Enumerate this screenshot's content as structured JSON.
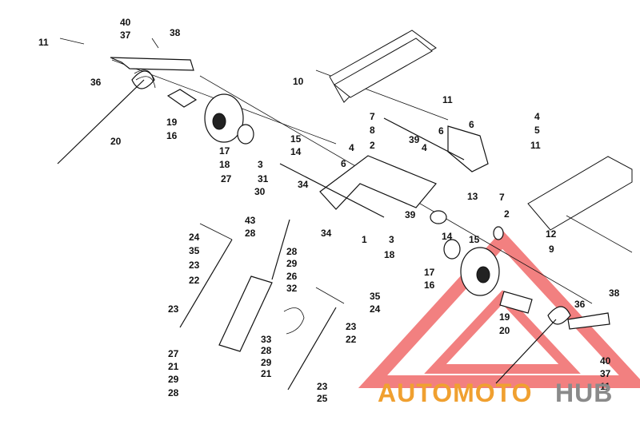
{
  "diagram": {
    "callouts": [
      {
        "id": "c1",
        "text": "11"
      },
      {
        "id": "c2",
        "text": "40"
      },
      {
        "id": "c3",
        "text": "37"
      },
      {
        "id": "c4",
        "text": "38"
      },
      {
        "id": "c5",
        "text": "36"
      },
      {
        "id": "c6",
        "text": "19"
      },
      {
        "id": "c7",
        "text": "16"
      },
      {
        "id": "c8",
        "text": "20"
      },
      {
        "id": "c9",
        "text": "10"
      },
      {
        "id": "c10",
        "text": "11"
      },
      {
        "id": "c11",
        "text": "7"
      },
      {
        "id": "c12",
        "text": "8"
      },
      {
        "id": "c13",
        "text": "4"
      },
      {
        "id": "c14",
        "text": "6"
      },
      {
        "id": "c15",
        "text": "5"
      },
      {
        "id": "c16",
        "text": "11"
      },
      {
        "id": "c17",
        "text": "15"
      },
      {
        "id": "c18",
        "text": "14"
      },
      {
        "id": "c19",
        "text": "4"
      },
      {
        "id": "c20",
        "text": "2"
      },
      {
        "id": "c21",
        "text": "39"
      },
      {
        "id": "c22",
        "text": "4"
      },
      {
        "id": "c23",
        "text": "6"
      },
      {
        "id": "c24",
        "text": "17"
      },
      {
        "id": "c25",
        "text": "18"
      },
      {
        "id": "c26",
        "text": "3"
      },
      {
        "id": "c27",
        "text": "31"
      },
      {
        "id": "c28",
        "text": "6"
      },
      {
        "id": "c29",
        "text": "27"
      },
      {
        "id": "c30",
        "text": "30"
      },
      {
        "id": "c31",
        "text": "34"
      },
      {
        "id": "c32",
        "text": "43"
      },
      {
        "id": "c33",
        "text": "28"
      },
      {
        "id": "c34",
        "text": "13"
      },
      {
        "id": "c35",
        "text": "7"
      },
      {
        "id": "c36",
        "text": "39"
      },
      {
        "id": "c37",
        "text": "2"
      },
      {
        "id": "c38",
        "text": "12"
      },
      {
        "id": "c39",
        "text": "9"
      },
      {
        "id": "c40",
        "text": "34"
      },
      {
        "id": "c41",
        "text": "1"
      },
      {
        "id": "c42",
        "text": "3"
      },
      {
        "id": "c43",
        "text": "14"
      },
      {
        "id": "c44",
        "text": "15"
      },
      {
        "id": "c45",
        "text": "18"
      },
      {
        "id": "c46",
        "text": "24"
      },
      {
        "id": "c47",
        "text": "35"
      },
      {
        "id": "c48",
        "text": "23"
      },
      {
        "id": "c49",
        "text": "22"
      },
      {
        "id": "c50",
        "text": "28"
      },
      {
        "id": "c51",
        "text": "29"
      },
      {
        "id": "c52",
        "text": "26"
      },
      {
        "id": "c53",
        "text": "32"
      },
      {
        "id": "c54",
        "text": "17"
      },
      {
        "id": "c55",
        "text": "16"
      },
      {
        "id": "c56",
        "text": "35"
      },
      {
        "id": "c57",
        "text": "24"
      },
      {
        "id": "c58",
        "text": "23"
      },
      {
        "id": "c59",
        "text": "22"
      },
      {
        "id": "c60",
        "text": "38"
      },
      {
        "id": "c61",
        "text": "36"
      },
      {
        "id": "c62",
        "text": "19"
      },
      {
        "id": "c63",
        "text": "20"
      },
      {
        "id": "c64",
        "text": "23"
      },
      {
        "id": "c65",
        "text": "27"
      },
      {
        "id": "c66",
        "text": "21"
      },
      {
        "id": "c67",
        "text": "29"
      },
      {
        "id": "c68",
        "text": "28"
      },
      {
        "id": "c69",
        "text": "33"
      },
      {
        "id": "c70",
        "text": "28"
      },
      {
        "id": "c71",
        "text": "29"
      },
      {
        "id": "c72",
        "text": "21"
      },
      {
        "id": "c73",
        "text": "23"
      },
      {
        "id": "c74",
        "text": "25"
      },
      {
        "id": "c75",
        "text": "40"
      },
      {
        "id": "c76",
        "text": "37"
      },
      {
        "id": "c77",
        "text": "11"
      }
    ]
  },
  "watermark": {
    "part1": "AUTOMOTO",
    "part2": "HUB",
    "color_primary": "#f0a030",
    "color_secondary": "#8a8a8a",
    "triangle_color": "#f06a6a"
  }
}
